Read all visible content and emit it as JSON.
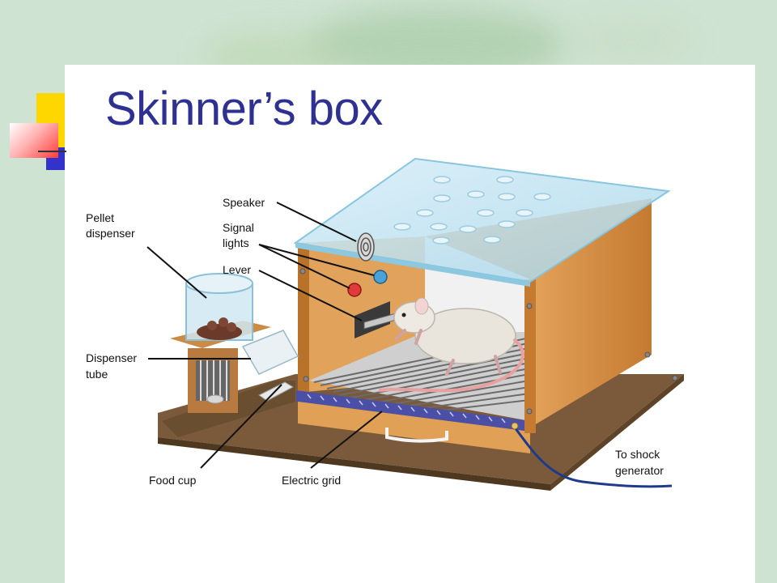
{
  "slide": {
    "title": "Skinner’s box"
  },
  "diagram": {
    "labels": {
      "speaker": "Speaker",
      "signal_lights": [
        "Signal",
        "lights"
      ],
      "lever": "Lever",
      "pellet_dispenser": [
        "Pellet",
        "dispenser"
      ],
      "dispenser_tube": [
        "Dispenser",
        "tube"
      ],
      "food_cup": "Food cup",
      "electric_grid": "Electric grid",
      "shock_generator": [
        "To shock",
        "generator"
      ]
    },
    "colors": {
      "title": "#2e3192",
      "box_wood": "#d9913e",
      "box_wood_dark": "#b8722a",
      "glass": "#bfe3f2",
      "base": "#7a5a3a",
      "grid_bar": "#4b4fa6",
      "wire": "#1f3a8a",
      "rat": "#e9e4dc"
    }
  }
}
